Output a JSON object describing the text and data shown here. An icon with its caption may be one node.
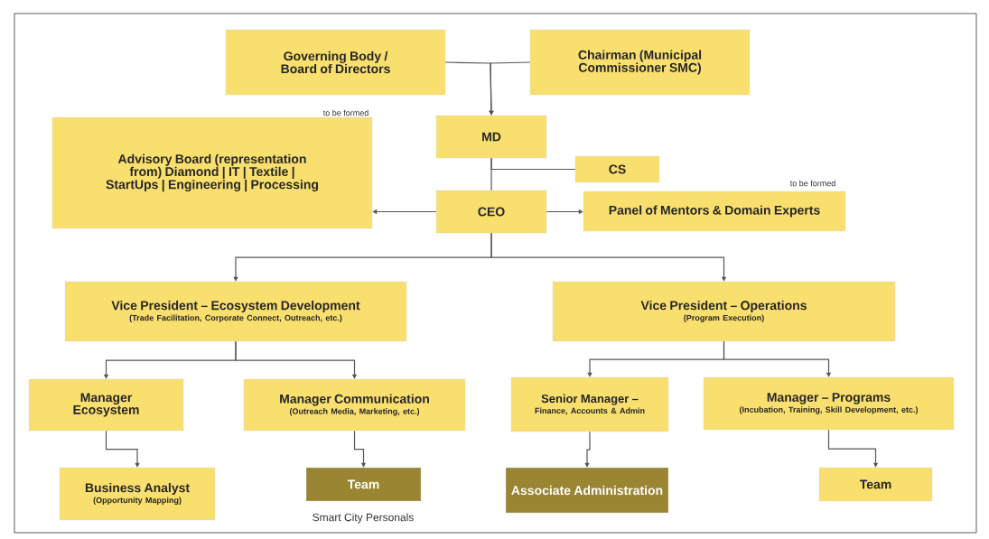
{
  "diagram": {
    "nodes": [
      {
        "text": [
          "Governing Body / Board of Directors"
        ]
      },
      {
        "text": [
          "Chairman (Municipal Commissioner SMC)"
        ]
      },
      {
        "text": [
          "MD"
        ]
      },
      {
        "text": [
          "Advisory Board (representation from) Diamond | IT | Textile | StartUps | Engineering | Processing"
        ],
        "beside": [
          "to be formed"
        ]
      },
      {
        "text": [
          "CS"
        ]
      },
      {
        "text": [
          "CEO"
        ]
      },
      {
        "text": [
          "Panel of Mentors & Domain Experts"
        ],
        "beside": [
          "to be formed"
        ]
      },
      {
        "text": [
          "Vice President – Ecosystem Development",
          "(Trade Facilitation, Corporate Connect, Outreach, etc.)"
        ]
      },
      {
        "text": [
          "Vice President – Operations",
          "(Program Execution)"
        ]
      },
      {
        "text": [
          "Manager Ecosystem"
        ]
      },
      {
        "text": [
          "Manager Communication",
          "(Outreach Media, Marketing, etc.)"
        ]
      },
      {
        "text": [
          "Senior Manager –",
          "Finance, Accounts & Admin"
        ]
      },
      {
        "text": [
          "Manager – Programs",
          "(Incubation, Training, Skill Development, etc.)"
        ]
      },
      {
        "text": [
          "Business Analyst",
          "(Opportunity Mapping)"
        ]
      },
      {
        "text": [
          "Team"
        ],
        "beside": [
          "Smart City Personals"
        ]
      },
      {
        "text": [
          "Associate Administration"
        ]
      },
      {
        "text": [
          "Team"
        ]
      }
    ],
    "edges": [
      {
        "from": 0,
        "to": 2,
        "arrow": "to"
      },
      {
        "from": 1,
        "to": 2,
        "arrow": "to"
      },
      {
        "from": 2,
        "to": 5,
        "arrow": "none"
      },
      {
        "from": 2,
        "to": 4,
        "arrow": "none"
      },
      {
        "from": 5,
        "to": 3,
        "arrow": "to"
      },
      {
        "from": 5,
        "to": 6,
        "arrow": "to"
      },
      {
        "from": 5,
        "to": 7,
        "arrow": "to"
      },
      {
        "from": 5,
        "to": 8,
        "arrow": "to"
      },
      {
        "from": 7,
        "to": 9,
        "arrow": "to"
      },
      {
        "from": 7,
        "to": 10,
        "arrow": "to"
      },
      {
        "from": 8,
        "to": 11,
        "arrow": "to"
      },
      {
        "from": 8,
        "to": 12,
        "arrow": "to"
      },
      {
        "from": 9,
        "to": 13,
        "arrow": "to"
      },
      {
        "from": 10,
        "to": 14,
        "arrow": "to"
      },
      {
        "from": 11,
        "to": 15,
        "arrow": "to"
      },
      {
        "from": 12,
        "to": 16,
        "arrow": "to"
      }
    ]
  }
}
